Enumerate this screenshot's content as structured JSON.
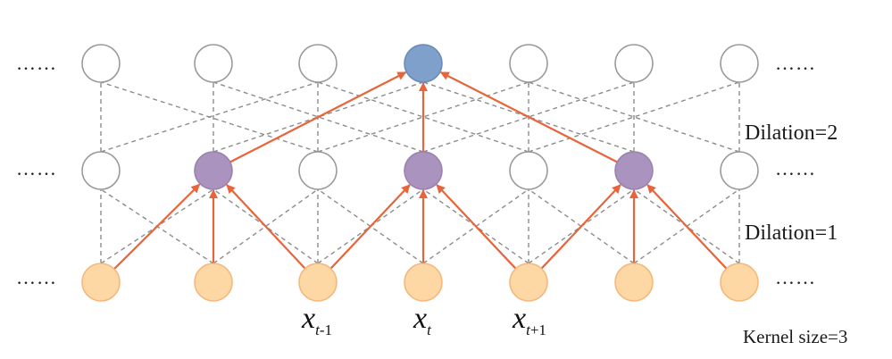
{
  "labels": {
    "dilation_2": "Dilation=2",
    "dilation_1": "Dilation=1",
    "kernel_size": "Kernel size=3",
    "ellipsis": "……"
  },
  "x_labels": [
    {
      "var": "x",
      "sub_var": "t",
      "sub_suffix": "-1"
    },
    {
      "var": "x",
      "sub_var": "t",
      "sub_suffix": ""
    },
    {
      "var": "x",
      "sub_var": "t",
      "sub_suffix": "+1"
    }
  ],
  "colors": {
    "input_fill": "#fdd7a4",
    "input_stroke": "#f4b87c",
    "hidden_active_fill": "#ab93c0",
    "hidden_active_stroke": "#9a82ad",
    "output_fill": "#7fa0cb",
    "output_stroke": "#6a8bb8",
    "empty_fill": "#ffffff",
    "empty_stroke": "#9a9a9a",
    "dashed_line": "#8c8c8c",
    "arrow": "#e8643a"
  }
}
